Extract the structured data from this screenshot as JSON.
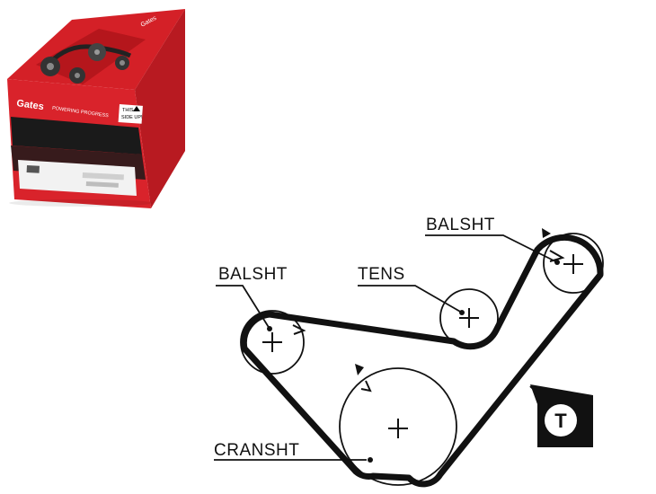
{
  "product_box": {
    "brand": "Gates",
    "slogan": "POWERING PROGRESS",
    "orientation_text_1": "THIS",
    "orientation_text_2": "SIDE UP!"
  },
  "diagram": {
    "labels": {
      "balsht_top": "BALSHT",
      "balsht_left": "BALSHT",
      "tens": "TENS",
      "cransht": "CRANSHT"
    },
    "badge": "T"
  }
}
